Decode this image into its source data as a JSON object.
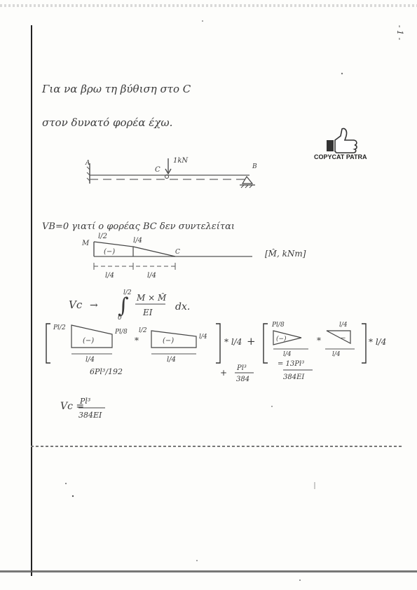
{
  "header": {
    "page_mark": "- 1 -"
  },
  "lines": {
    "line1": "Για να βρω τη βύθιση στο C",
    "line2": "στον δυνατό φορέα έχω.",
    "vb_note": "VB=0 γιατί ο φορέας BC δεν συντελείται",
    "units": "[M̂, kNm]"
  },
  "beam_diagram": {
    "label_a": "A",
    "label_b": "B",
    "label_c": "C",
    "load": "1kN"
  },
  "moment_diagram": {
    "label_m": "M",
    "top_left": "l/2",
    "top_mid": "l/4",
    "sign": "(−)",
    "label_c": "C",
    "dim1": "l/4",
    "dim2": "l/4"
  },
  "integral": {
    "lhs": "Vc",
    "arrow": "→",
    "upper": "l/2",
    "lower": "0",
    "numerator": "M × M̂",
    "denominator": "EI",
    "dx": "dx."
  },
  "equation": {
    "t1_left": "Pl/2",
    "t1_right": "Pl/8",
    "t1_sign": "(−)",
    "t1_dim": "l/4",
    "mult1": "*",
    "t2_top": "l/2",
    "t2_right": "l/4",
    "t2_sign": "(−)",
    "t2_dim": "l/4",
    "factor1": "* l/4",
    "plus": "+",
    "t3_left": "Pl/8",
    "t3_sign": "(−)",
    "t3_dim": "l/4",
    "mult2": "*",
    "t4_top": "l/4",
    "t4_sign": "−",
    "t4_dim": "l/4",
    "factor2": "* l/4"
  },
  "results": {
    "r1": "6Pl³/192",
    "plus": "+",
    "r2_num": "Pl³",
    "r2_den": "384",
    "r3_num": "= 13Pl³",
    "r3_den": "384EI"
  },
  "final": {
    "lhs": "Vc =",
    "num": "Pl³",
    "den": "384EI"
  },
  "logo": {
    "text": "COPYCAT PATRA",
    "icon": "thumbs-up-icon"
  }
}
